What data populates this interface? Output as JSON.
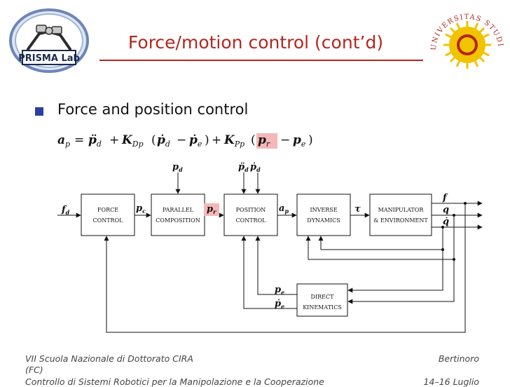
{
  "title": "Force/motion control (cont’d)",
  "bullet": "Force and position control",
  "logos": {
    "left_text": "PRISMA Lab",
    "right_text": "UNIVERSITAS STUDIORVM CASINAS"
  },
  "equation": {
    "a_p": "a",
    "a_p_sub": "p",
    "eq": "=",
    "pdd": "p̈",
    "pdd_sub": "d",
    "plus1": "+",
    "K1": "K",
    "K1_sub": "Dp",
    "open1": "(",
    "pd_dot": "ṗ",
    "pd_dot_sub": "d",
    "minus1": "−",
    "pe_dot": "ṗ",
    "pe_dot_sub": "e",
    "close1": ")",
    "plus2": "+",
    "K2": "K",
    "K2_sub": "Pp",
    "open2": "(",
    "pr": "p",
    "pr_sub": "r",
    "minus2": "−",
    "pe": "p",
    "pe_sub": "e",
    "close2": ")"
  },
  "diagram": {
    "blocks": {
      "force_control": [
        "FORCE",
        "CONTROL"
      ],
      "parallel": [
        "PARALLEL",
        "COMPOSITION"
      ],
      "position": [
        "POSITION",
        "CONTROL"
      ],
      "inverse": [
        "INVERSE",
        "DYNAMICS"
      ],
      "manipulator": [
        "MANIPULATOR",
        "& ENVIRONMENT"
      ],
      "direct": [
        "DIRECT",
        "KINEMATICS"
      ]
    },
    "signals": {
      "fd": "f",
      "fd_sub": "d",
      "pc": "p",
      "pc_sub": "c",
      "pr": "p",
      "pr_sub": "r",
      "ap": "a",
      "ap_sub": "p",
      "tau": "τ",
      "f_out": "f",
      "q_out": "q",
      "qdot_out": "q̇",
      "pd_top": "p",
      "pd_top_sub": "d",
      "pdd_top": "p̈",
      "pdd_top_sub": "d",
      "pdot_top": "ṗ",
      "pdot_top_sub": "d",
      "pe": "p",
      "pe_sub": "e",
      "pedot": "ṗ",
      "pedot_sub": "e"
    },
    "highlight_color": "#f4b8b8"
  },
  "footer": {
    "line1": "VII Scuola Nazionale di Dottorato CIRA",
    "line2": "(FC)",
    "line3": "Controllo di Sistemi Robotici per la Manipolazione e la Cooperazione",
    "right1": "Bertinoro",
    "right2": "14–16 Luglio"
  }
}
